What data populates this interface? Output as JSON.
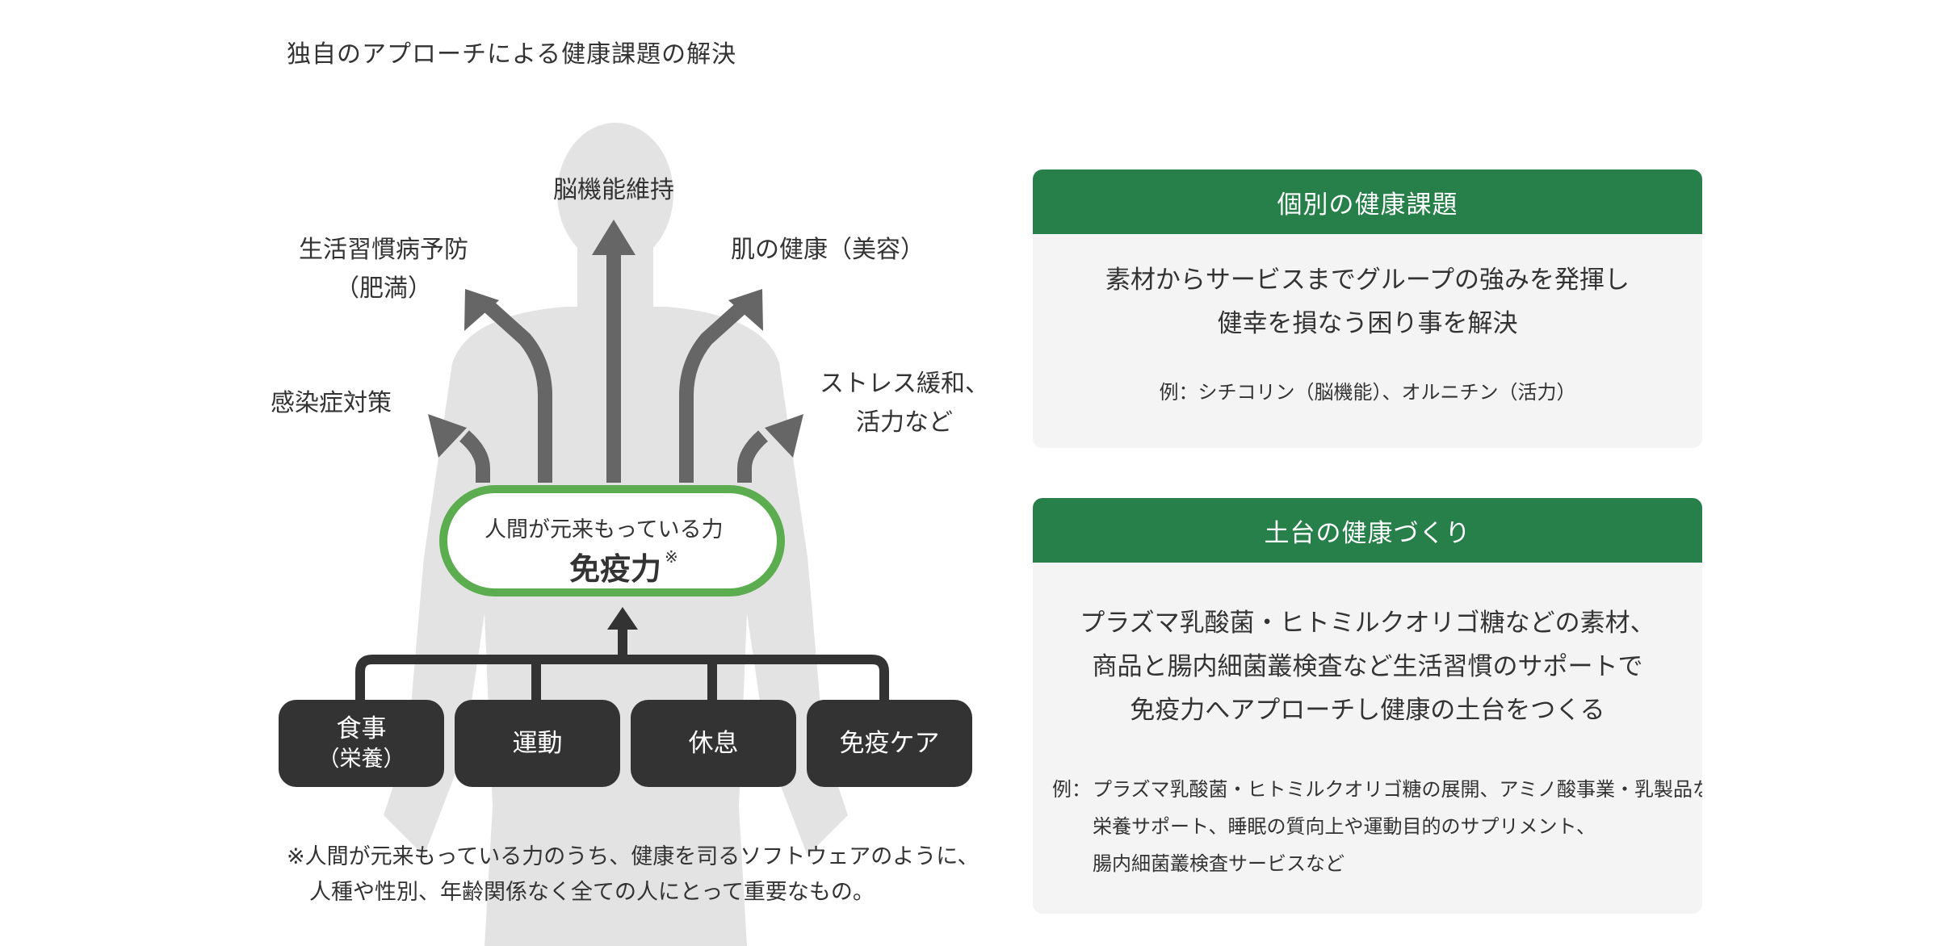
{
  "page_title": "独自のアプローチによる健康課題の解決",
  "goals": {
    "brain": "脳機能維持",
    "lifestyle_line1": "生活習慣病予防",
    "lifestyle_line2": "（肥満）",
    "skin": "肌の健康（美容）",
    "infection": "感染症対策",
    "stress_line1": "ストレス緩和、",
    "stress_line2": "活力など"
  },
  "immunity": {
    "caption": "人間が元来もっている力",
    "word": "免疫力",
    "mark": "※"
  },
  "pillars": [
    {
      "label": "食事",
      "sub": "（栄養）"
    },
    {
      "label": "運動",
      "sub": ""
    },
    {
      "label": "休息",
      "sub": ""
    },
    {
      "label": "免疫ケア",
      "sub": ""
    }
  ],
  "footnote": {
    "line1": "※人間が元来もっている力のうち、健康を司るソフトウェアのように、",
    "line2": "人種や性別、年齢関係なく全ての人にとって重要なもの。"
  },
  "cards": {
    "individual": {
      "header": "個別の健康課題",
      "lead": [
        "素材からサービスまでグループの強みを発揮し",
        "健幸を損なう困り事を解決"
      ],
      "example": "例：シチコリン（脳機能）、オルニチン（活力）"
    },
    "foundation": {
      "header": "土台の健康づくり",
      "lead": [
        "プラズマ乳酸菌・ヒトミルクオリゴ糖などの素材、",
        "商品と腸内細菌叢検査など生活習慣のサポートで",
        "免疫力へアプローチし健康の土台をつくる"
      ],
      "example_label": "例：",
      "example_lines": [
        "プラズマ乳酸菌・ヒトミルクオリゴ糖の展開、アミノ酸事業・乳製品など",
        "栄養サポート、睡眠の質向上や運動目的のサプリメント、",
        "腸内細菌叢検査サービスなど"
      ]
    }
  },
  "colors": {
    "card_header": "#27804a",
    "immunity_ring": "#5cad4f",
    "arrow": "#666666",
    "pill": "#333333",
    "silhouette": "#e3e3e3",
    "card_bg": "#f4f4f4"
  }
}
